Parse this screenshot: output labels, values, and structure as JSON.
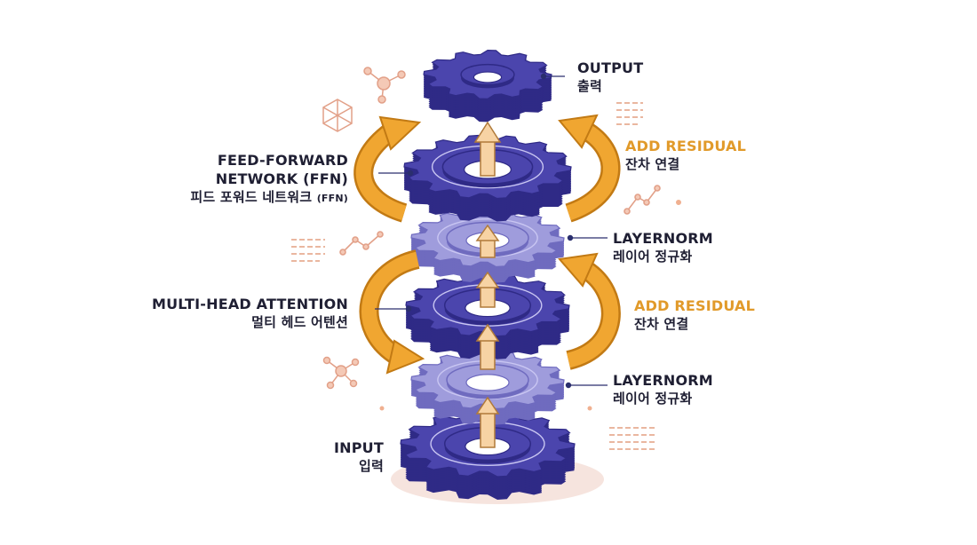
{
  "colors": {
    "gear_dark": "#4b45ad",
    "gear_dark_side": "#2f2a86",
    "gear_light": "#9f9cdc",
    "gear_light_side": "#6f6bbf",
    "arrow_orange": "#f0a631",
    "arrow_orange_dark": "#c27a14",
    "accent_pink": "#f0c2a8",
    "text": "#1f1f33"
  },
  "labels": {
    "output": {
      "en": "OUTPUT",
      "ko": "출력"
    },
    "ffn": {
      "en_line1": "FEED-FORWARD",
      "en_line2": "NETWORK (FFN)",
      "ko": "피드 포워드 네트워크",
      "ko_suffix": "(FFN)"
    },
    "residual_top": {
      "en": "ADD RESIDUAL",
      "ko": "잔차 연결"
    },
    "layernorm_top": {
      "en": "LAYERNORM",
      "ko": "레이어 정규화"
    },
    "attention": {
      "en": "MULTI-HEAD ATTENTION",
      "ko": "멀티 헤드 어텐션"
    },
    "residual_bottom": {
      "en": "ADD RESIDUAL",
      "ko": "잔차 연결"
    },
    "layernorm_bottom": {
      "en": "LAYERNORM",
      "ko": "레이어 정규화"
    },
    "input": {
      "en": "INPUT",
      "ko": "입력"
    }
  },
  "icons": [
    "network-node-icon",
    "hexagon-molecule-icon",
    "line-chart-icon",
    "data-lines-icon"
  ]
}
